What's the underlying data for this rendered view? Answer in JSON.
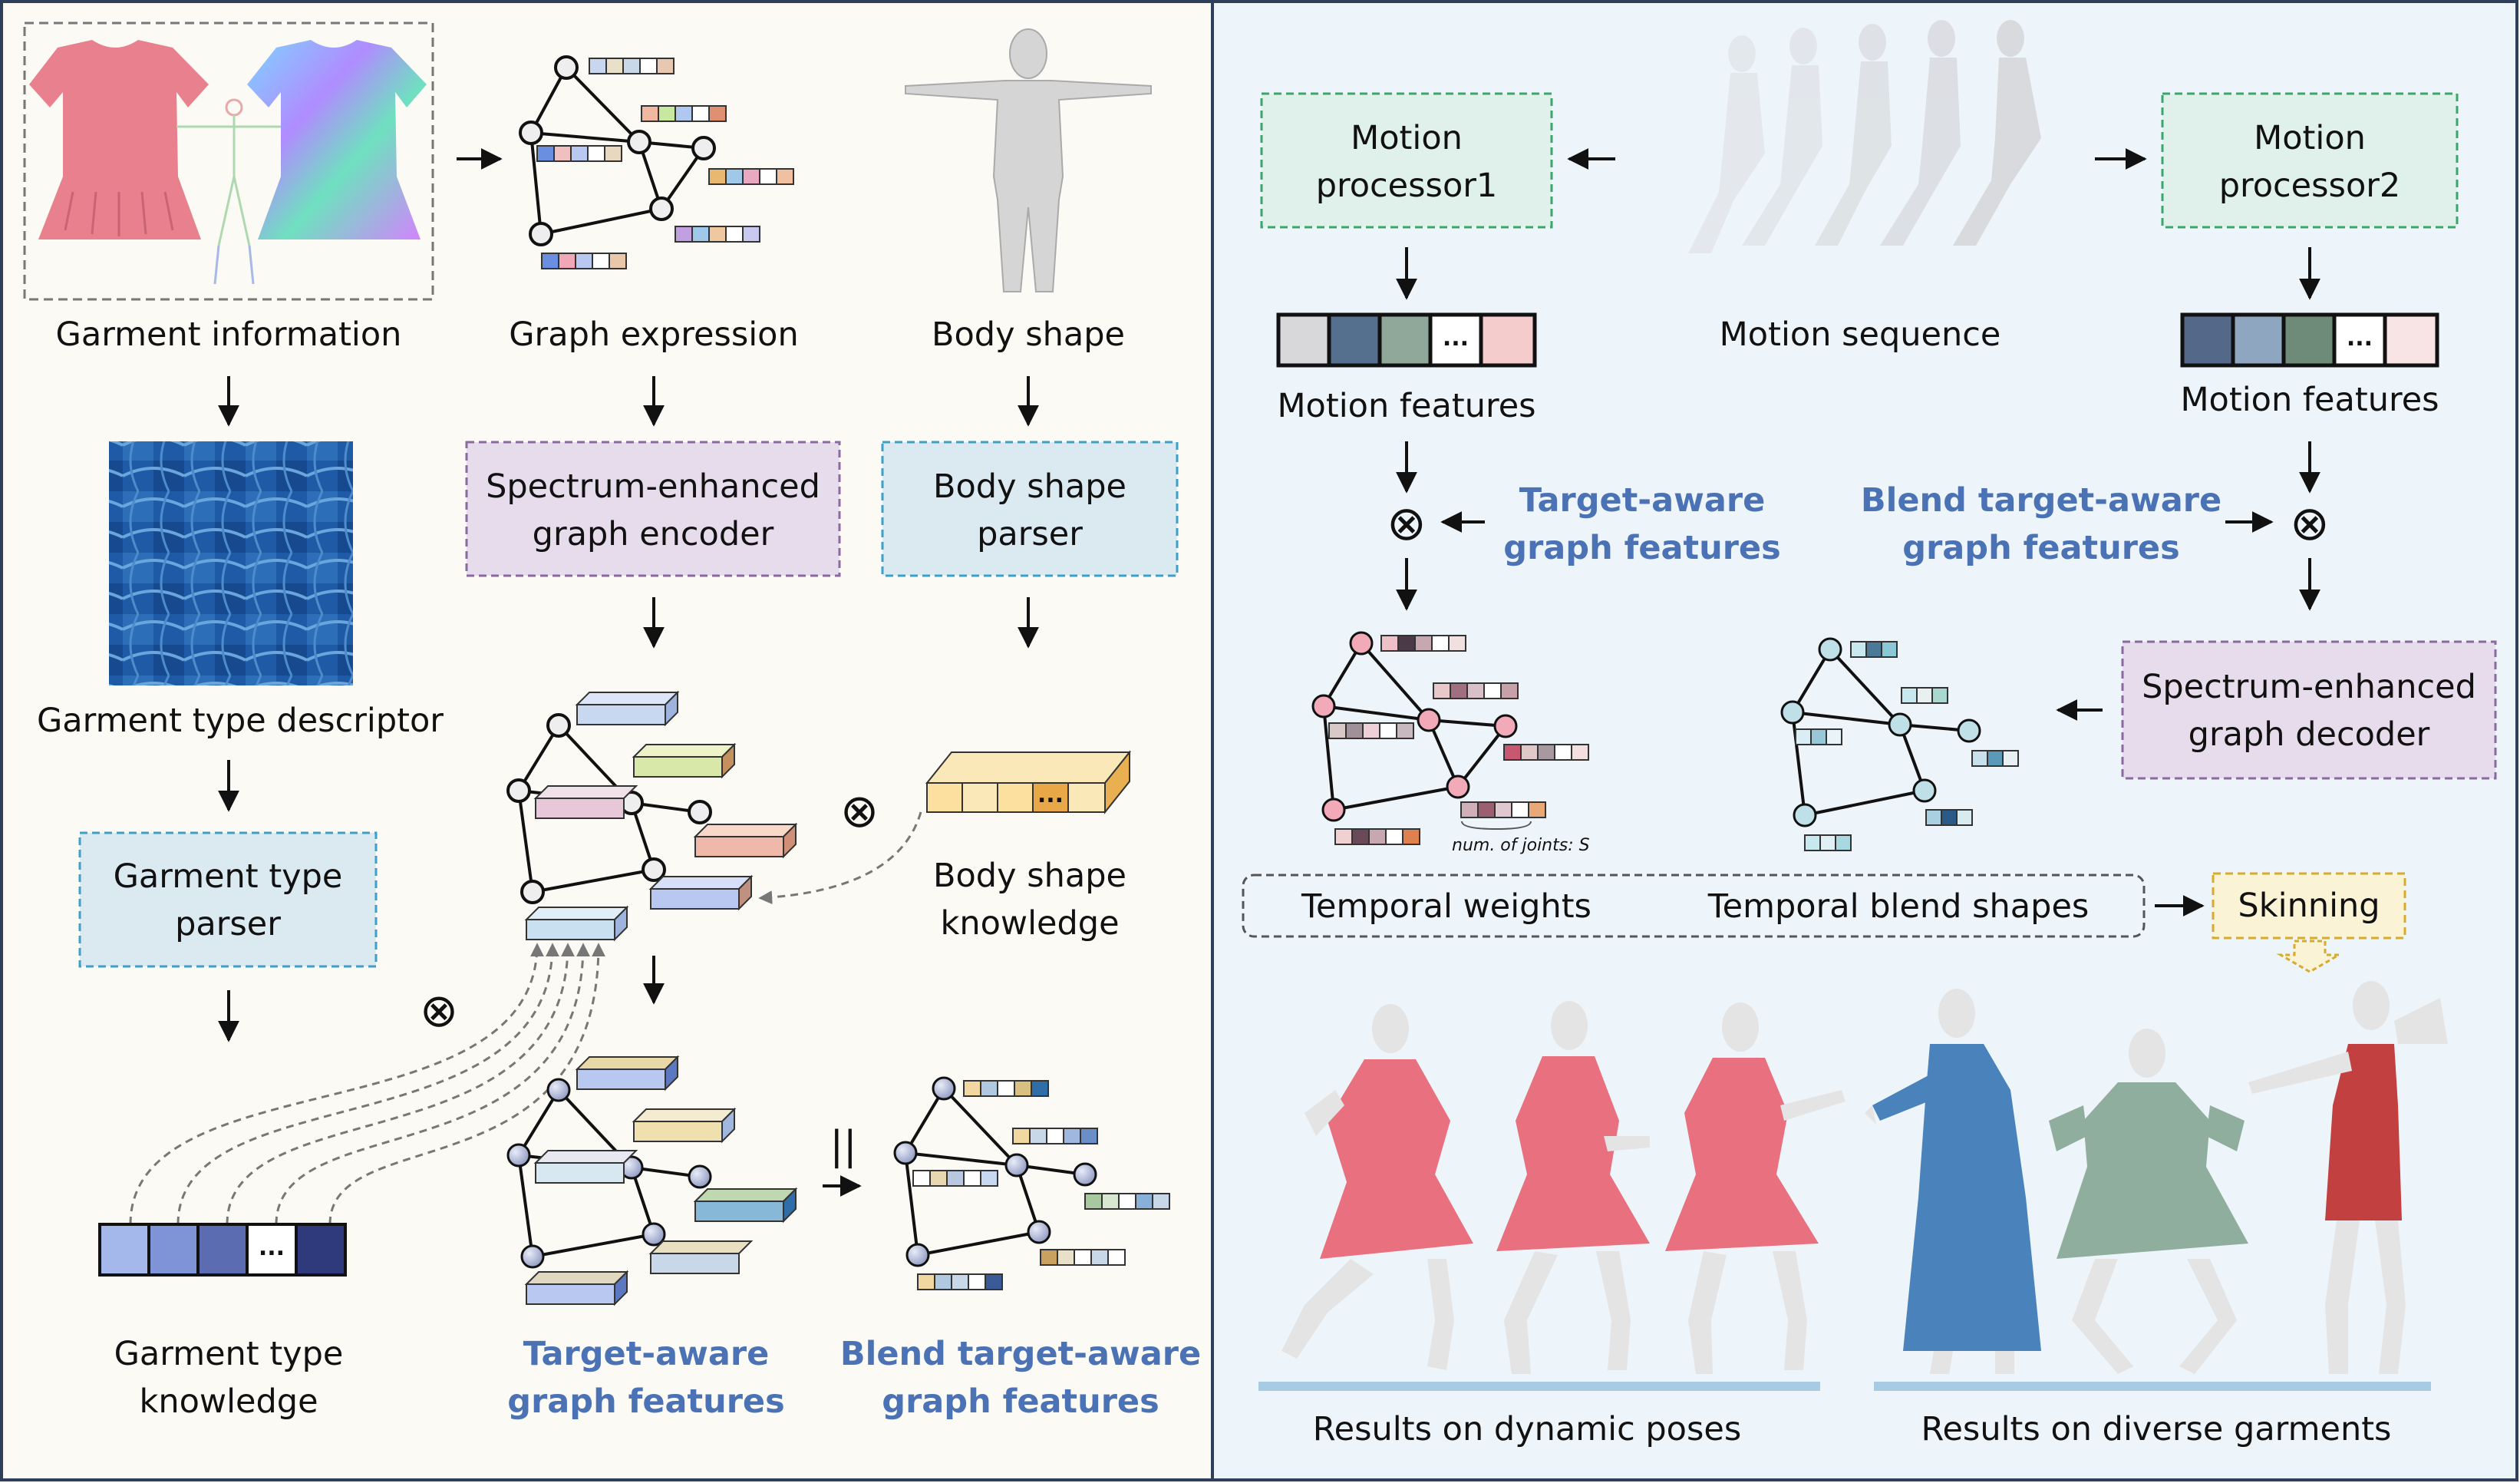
{
  "left_panel": {
    "garment_information": "Garment information",
    "graph_expression": "Graph expression",
    "body_shape": "Body shape",
    "garment_type_descriptor": "Garment type descriptor",
    "spectrum_graph_encoder": [
      "Spectrum-enhanced",
      "graph encoder"
    ],
    "body_shape_parser": [
      "Body shape",
      "parser"
    ],
    "garment_type_parser": [
      "Garment type",
      "parser"
    ],
    "body_shape_knowledge": [
      "Body shape",
      "knowledge"
    ],
    "garment_type_knowledge": [
      "Garment type",
      "knowledge"
    ],
    "target_aware_features": [
      "Target-aware",
      "graph features"
    ],
    "blend_target_aware_features": [
      "Blend target-aware",
      "graph features"
    ],
    "concat_symbol": "||",
    "multiply_symbol": "⊗",
    "ellipsis": "..."
  },
  "right_panel": {
    "motion_processor1": [
      "Motion",
      "processor1"
    ],
    "motion_processor2": [
      "Motion",
      "processor2"
    ],
    "motion_sequence": "Motion sequence",
    "motion_features_1": "Motion features",
    "motion_features_2": "Motion features",
    "target_aware_features": [
      "Target-aware",
      "graph features"
    ],
    "blend_target_aware_features": [
      "Blend target-aware",
      "graph features"
    ],
    "spectrum_graph_decoder": [
      "Spectrum-enhanced",
      "graph decoder"
    ],
    "num_joints": "num. of joints: S",
    "temporal_weights": "Temporal weights",
    "temporal_blend_shapes": "Temporal blend shapes",
    "skinning": "Skinning",
    "results_dynamic": "Results on dynamic poses",
    "results_garments": "Results on diverse garments"
  },
  "colors": {
    "left_bg": "#fbfaf4",
    "right_bg": "#eef5fa",
    "green_box": "#dff1ea",
    "green_border": "#3aa66a",
    "purple_box": "#e7dcec",
    "purple_border": "#8a6aa0",
    "blue_box": "#dbe9f1",
    "blue_border": "#3ea0c8",
    "yellow_box": "#fbf3d6",
    "yellow_border": "#d6ac2c",
    "accent_blue": "#4a72b5",
    "garment_pink": "#e8707f",
    "garment_blue": "#4a82bc",
    "garment_sage": "#8fae9d",
    "garment_red": "#c24040"
  }
}
